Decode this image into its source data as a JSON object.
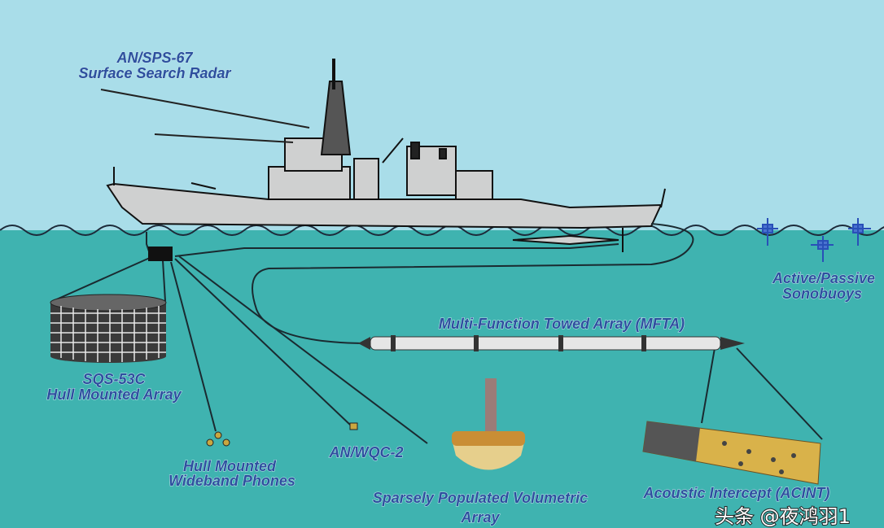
{
  "labels": {
    "radar_line1": "AN/SPS-67",
    "radar_line2": "Surface Search Radar",
    "sonobuoys_line1": "Active/Passive",
    "sonobuoys_line2": "Sonobuoys",
    "mfta": "Multi-Function Towed Array (MFTA)",
    "sqs_line1": "SQS-53C",
    "sqs_line2": "Hull Mounted Array",
    "phones_line1": "Hull Mounted",
    "phones_line2": "Wideband Phones",
    "wqc": "AN/WQC-2",
    "spva_line1": "Sparsely Populated Volumetric",
    "spva_line2": "Array",
    "acint": "Acoustic Intercept (ACINT)"
  },
  "watermark": "头条 @夜鸿羽1",
  "colors": {
    "sky": "#a9dde9",
    "water": "#3fb3b0",
    "label": "#2d4f9e",
    "hull": "#cfd0d0"
  }
}
